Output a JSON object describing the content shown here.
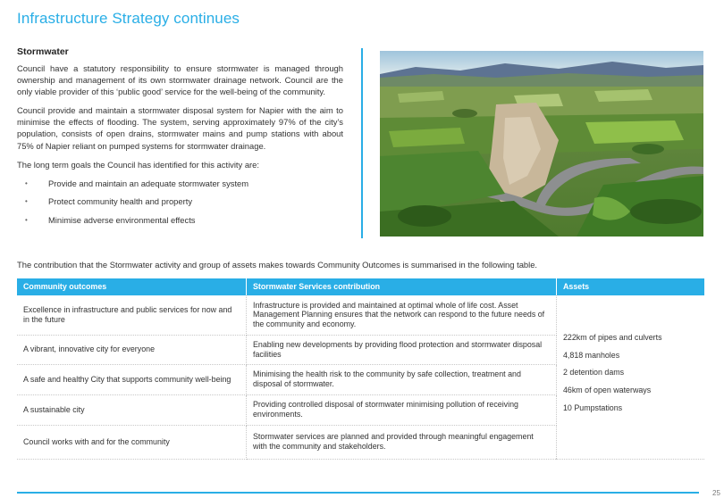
{
  "page": {
    "title": "Infrastructure Strategy continues",
    "page_number": "25"
  },
  "section": {
    "heading": "Stormwater",
    "paragraphs": [
      "Council have a statutory responsibility to ensure stormwater is managed through ownership and management of its own stormwater drainage network. Council are the only viable provider of this ‘public good’ service for the well-being of the community.",
      "Council provide and maintain a stormwater disposal system for Napier with the aim to minimise the effects of flooding. The system, serving approximately 97% of the city’s population, consists of open drains, stormwater mains and pump stations with about 75% of Napier reliant on pumped systems for stormwater drainage.",
      "The long term goals the Council has identified for this activity are:"
    ],
    "goals": [
      "Provide and maintain an adequate stormwater system",
      "Protect community health and property",
      "Minimise adverse environmental effects"
    ]
  },
  "summary_text": "The contribution that the Stormwater activity and group of assets makes towards Community Outcomes is summarised in the following table.",
  "table": {
    "headers": [
      "Community outcomes",
      "Stormwater Services contribution",
      "Assets"
    ],
    "rows": [
      {
        "outcome": "Excellence in infrastructure and public services for now and in the future",
        "contribution": "Infrastructure is provided and maintained at optimal whole of life cost. Asset Management Planning ensures that the network can respond to the future needs of the community and economy."
      },
      {
        "outcome": "A vibrant, innovative city for everyone",
        "contribution": "Enabling new developments by providing flood protection and stormwater disposal facilities"
      },
      {
        "outcome": "A safe and healthy City that supports community well-being",
        "contribution": "Minimising the health risk to the community by safe collection, treatment and disposal of stormwater."
      },
      {
        "outcome": "A sustainable city",
        "contribution": "Providing controlled disposal of stormwater minimising pollution of receiving environments."
      },
      {
        "outcome": "Council works with and for the community",
        "contribution": "Stormwater services are planned and provided through meaningful engagement with the community and stakeholders."
      }
    ],
    "assets": [
      "222km of pipes and culverts",
      "4,818 manholes",
      "2 detention dams",
      "46km of open waterways",
      "10 Pumpstations"
    ]
  },
  "colors": {
    "accent": "#29aee6",
    "text": "#333333"
  }
}
